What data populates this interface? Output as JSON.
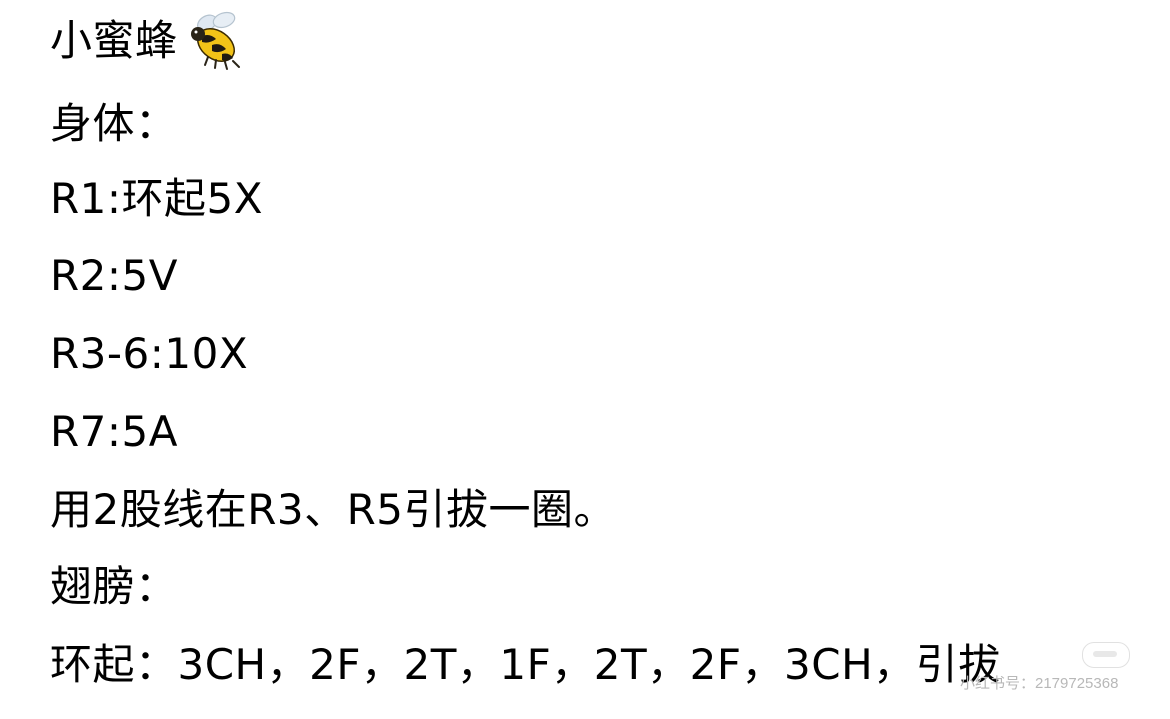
{
  "note": {
    "title": "小蜜蜂",
    "title_icon": "bee-icon",
    "lines": [
      "身体：",
      "R1:环起5X",
      "R2:5V",
      "R3-6:10X",
      "R7:5A",
      "用2股线在R3、R5引拔一圈。",
      "翅膀：",
      "环起：3CH，2F，2T，1F，2T，2F，3CH，引拔"
    ]
  },
  "watermark": {
    "text": "小红书号：2179725368",
    "icon": "xiaohongshu-logo-icon"
  }
}
